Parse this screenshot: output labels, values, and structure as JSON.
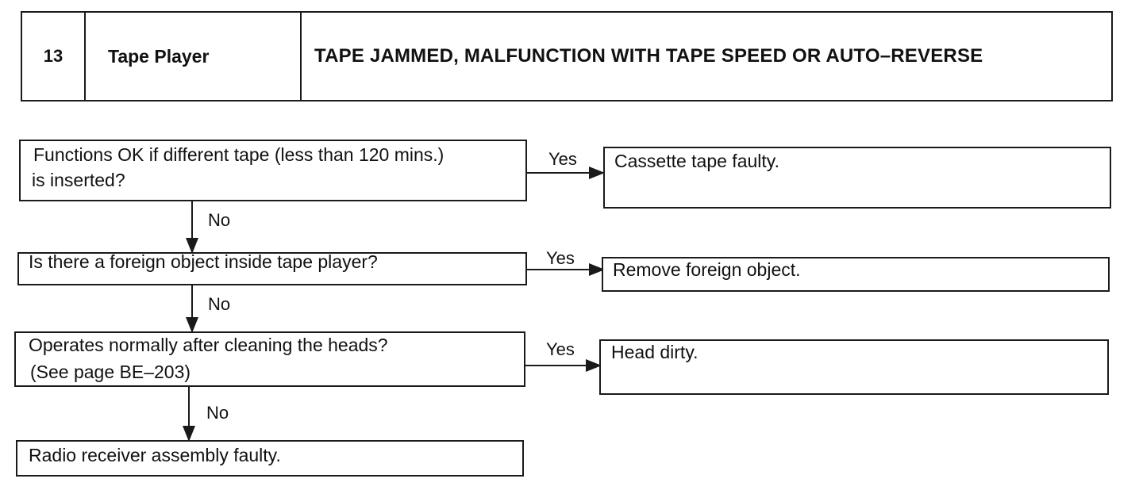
{
  "header": {
    "number": "13",
    "category": "Tape Player",
    "title": "TAPE JAMMED, MALFUNCTION WITH TAPE SPEED OR AUTO–REVERSE"
  },
  "flow": {
    "q1": {
      "line1": "Functions OK if different tape (less than 120 mins.)",
      "line2": "is inserted?"
    },
    "a1": "Cassette tape faulty.",
    "q2": "Is there a foreign object inside tape player?",
    "a2": "Remove foreign object.",
    "q3": {
      "line1": "Operates normally after cleaning the heads?",
      "line2": "(See page BE–203)"
    },
    "a3": "Head dirty.",
    "final": "Radio receiver assembly faulty."
  },
  "labels": {
    "yes": "Yes",
    "no": "No"
  }
}
